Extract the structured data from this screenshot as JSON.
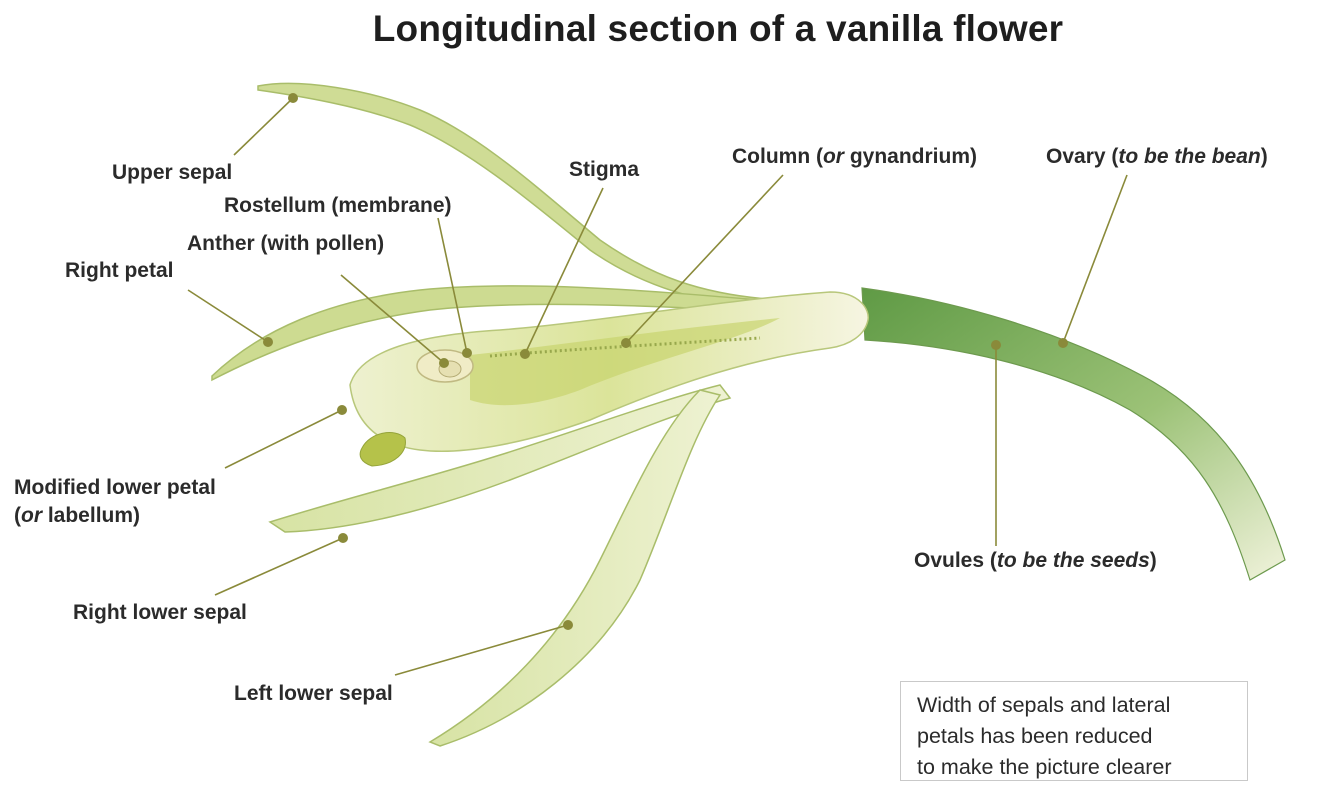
{
  "title": "Longitudinal section of a vanilla flower",
  "labels": {
    "upper_sepal": "Upper sepal",
    "stigma": "Stigma",
    "column_a": "Column (",
    "column_b": "or",
    "column_c": " gynandrium)",
    "ovary_a": "Ovary (",
    "ovary_b": "to be the bean",
    "ovary_c": ")",
    "rostellum": "Rostellum (membrane)",
    "anther": "Anther (with pollen)",
    "right_petal": "Right petal",
    "labellum_1": "Modified lower petal",
    "labellum_2a": "(",
    "labellum_2b": "or",
    "labellum_2c": " labellum)",
    "ovules_a": "Ovules (",
    "ovules_b": "to be the seeds",
    "ovules_c": ")",
    "right_lower_sepal": "Right lower sepal",
    "left_lower_sepal": "Left lower sepal"
  },
  "note": {
    "line1": "Width of sepals and lateral",
    "line2": "petals has been reduced",
    "line3": "to make the picture clearer"
  },
  "colors": {
    "leader_line": "#8a8a3a",
    "petal_light": "#e4ebc2",
    "petal_mid": "#c9d98f",
    "ovary_green": "#7fae58"
  }
}
